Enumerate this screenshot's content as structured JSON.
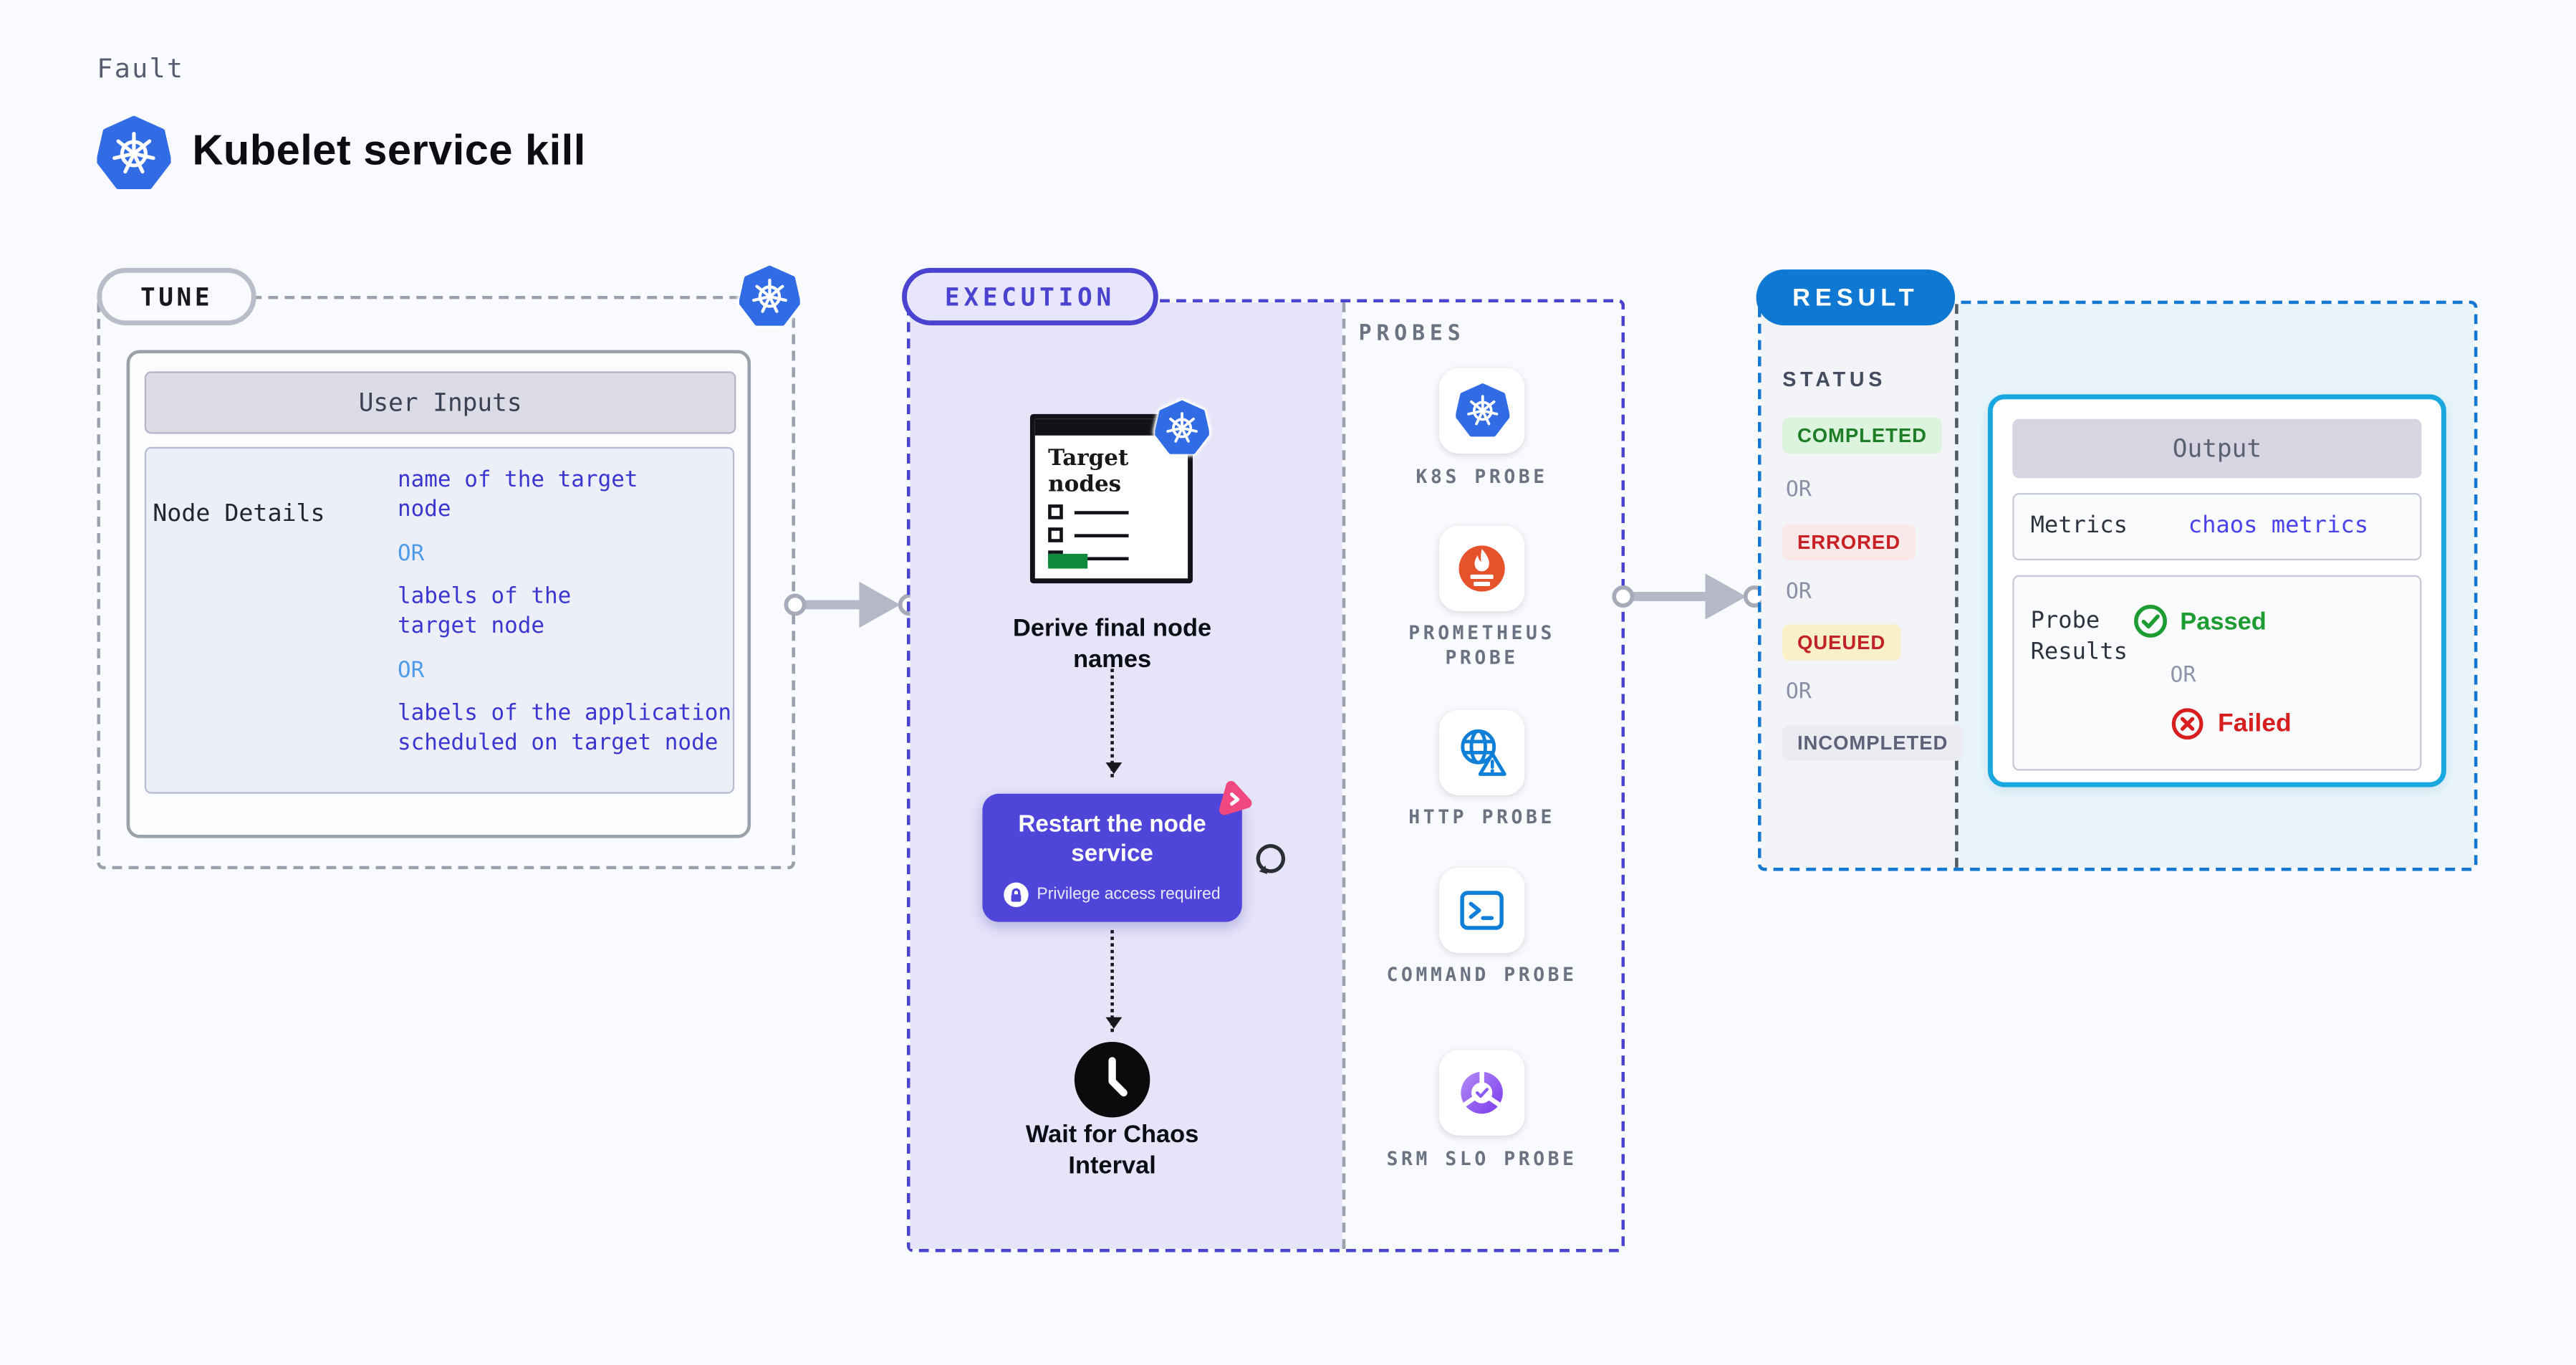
{
  "page": {
    "kicker": "Fault",
    "title": "Kubelet service kill"
  },
  "tune": {
    "pill": "TUNE",
    "user_inputs": {
      "header": "User Inputs",
      "rows": [
        {
          "label": "Node Details",
          "values": [
            "name of the target node",
            "labels of the target node",
            "labels of the application scheduled on target node"
          ]
        }
      ],
      "or": "OR"
    }
  },
  "execution": {
    "pill": "EXECUTION",
    "target_card_title": "Target nodes",
    "derive_label": "Derive final node names",
    "node_title": "Restart the node service",
    "node_badge": "Privilege access required",
    "wait_label": "Wait for Chaos Interval",
    "probes": {
      "heading": "PROBES",
      "items": [
        {
          "label": "K8S PROBE",
          "icon": "k8s-icon"
        },
        {
          "label": "PROMETHEUS PROBE",
          "icon": "prometheus-icon"
        },
        {
          "label": "HTTP PROBE",
          "icon": "globe-alert-icon"
        },
        {
          "label": "COMMAND PROBE",
          "icon": "terminal-icon"
        },
        {
          "label": "SRM SLO PROBE",
          "icon": "slo-donut-icon"
        }
      ]
    }
  },
  "result": {
    "pill": "RESULT",
    "status": {
      "heading": "STATUS",
      "or": "OR",
      "badges": [
        {
          "label": "COMPLETED"
        },
        {
          "label": "ERRORED"
        },
        {
          "label": "QUEUED"
        },
        {
          "label": "INCOMPLETED"
        }
      ]
    },
    "output": {
      "header": "Output",
      "metrics_label": "Metrics",
      "metrics_value": "chaos metrics",
      "probe_results_label": "Probe Results",
      "passed": "Passed",
      "or": "OR",
      "failed": "Failed"
    }
  },
  "colors": {
    "background": "#f9fafd",
    "kubernetes_blue": "#326ce5",
    "execution_indigo": "#4a43cf",
    "execution_fill": "#e5e4f9",
    "node_purple": "#4f46d9",
    "result_blue": "#0f78d2",
    "output_border_cyan": "#18a7de",
    "completed_green": "#1e7e26",
    "errored_red": "#c92026",
    "queued_yellow_bg": "#faf0c7",
    "passed_green": "#1d9c32",
    "failed_red": "#d71f1f",
    "prometheus_orange": "#e6522c",
    "chaos_pink": "#f1487f",
    "value_blue": "#3a36cf",
    "or_light_blue": "#4f9de8"
  }
}
